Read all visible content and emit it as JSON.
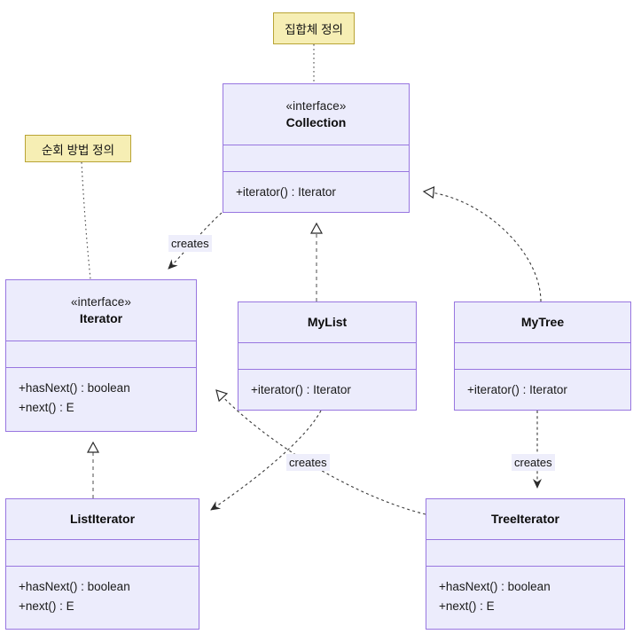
{
  "diagram": {
    "kind": "uml-class-diagram",
    "title": "Iterator Pattern Class Diagram",
    "colors": {
      "class_fill": "#ececfc",
      "class_border": "#9876e0",
      "note_fill": "#f6eeb4",
      "note_border": "#b9a435",
      "edge": "#3a3a3a",
      "label_bg": "#eeeefb"
    }
  },
  "classes": [
    {
      "id": "collection",
      "stereotype": "«interface»",
      "name": "Collection",
      "attributes": [],
      "operations": [
        "+iterator() : Iterator"
      ]
    },
    {
      "id": "iterator",
      "stereotype": "«interface»",
      "name": "Iterator",
      "attributes": [],
      "operations": [
        "+hasNext() : boolean",
        "+next() : E"
      ]
    },
    {
      "id": "mylist",
      "stereotype": "",
      "name": "MyList",
      "attributes": [],
      "operations": [
        "+iterator() : Iterator"
      ]
    },
    {
      "id": "mytree",
      "stereotype": "",
      "name": "MyTree",
      "attributes": [],
      "operations": [
        "+iterator() : Iterator"
      ]
    },
    {
      "id": "listiterator",
      "stereotype": "",
      "name": "ListIterator",
      "attributes": [],
      "operations": [
        "+hasNext() : boolean",
        "+next() : E"
      ]
    },
    {
      "id": "treeiterator",
      "stereotype": "",
      "name": "TreeIterator",
      "attributes": [],
      "operations": [
        "+hasNext() : boolean",
        "+next() : E"
      ]
    }
  ],
  "notes": [
    {
      "id": "note-collection",
      "text": "집합체 정의",
      "attached_to": "collection"
    },
    {
      "id": "note-iterator",
      "text": "순회 방법 정의",
      "attached_to": "iterator"
    }
  ],
  "edge_labels": [
    {
      "id": "creates-collection-iterator",
      "text": "creates"
    },
    {
      "id": "creates-mylist-listiterator",
      "text": "creates"
    },
    {
      "id": "creates-mytree-treeiterator",
      "text": "creates"
    }
  ],
  "relationships": [
    {
      "from": "collection",
      "to": "iterator",
      "type": "dependency",
      "label": "creates"
    },
    {
      "from": "mylist",
      "to": "collection",
      "type": "realization",
      "label": ""
    },
    {
      "from": "mytree",
      "to": "collection",
      "type": "realization",
      "label": ""
    },
    {
      "from": "listiterator",
      "to": "iterator",
      "type": "realization",
      "label": ""
    },
    {
      "from": "treeiterator",
      "to": "iterator",
      "type": "realization",
      "label": ""
    },
    {
      "from": "mylist",
      "to": "listiterator",
      "type": "dependency",
      "label": "creates"
    },
    {
      "from": "mytree",
      "to": "treeiterator",
      "type": "dependency",
      "label": "creates"
    }
  ]
}
